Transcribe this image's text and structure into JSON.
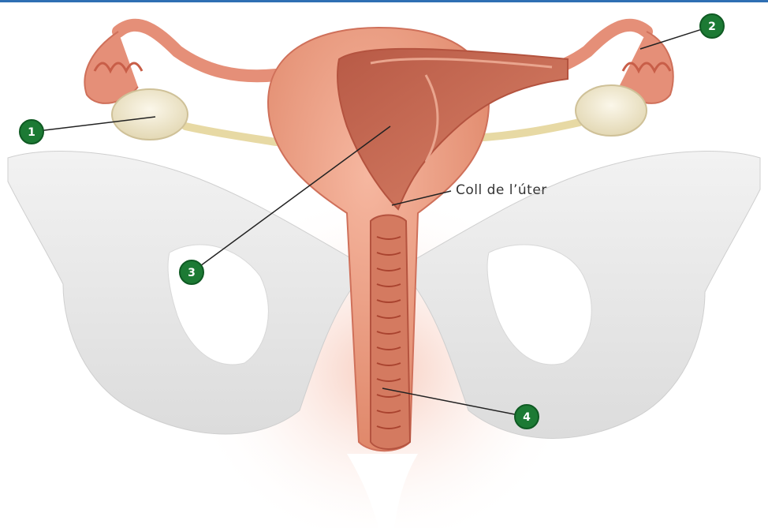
{
  "diagram": {
    "cervix_label": "Coll de l’úter",
    "markers": [
      {
        "number": "1"
      },
      {
        "number": "2"
      },
      {
        "number": "3"
      },
      {
        "number": "4"
      }
    ],
    "colors": {
      "marker_fill": "#1c7a34",
      "leader_line": "#222222",
      "uterus": "#e9967a",
      "uterus_inner": "#c9654f",
      "ovary": "#f3ecd6",
      "pelvis_bone": "#e6e6e6",
      "top_bar": "#2f6fb3"
    }
  }
}
